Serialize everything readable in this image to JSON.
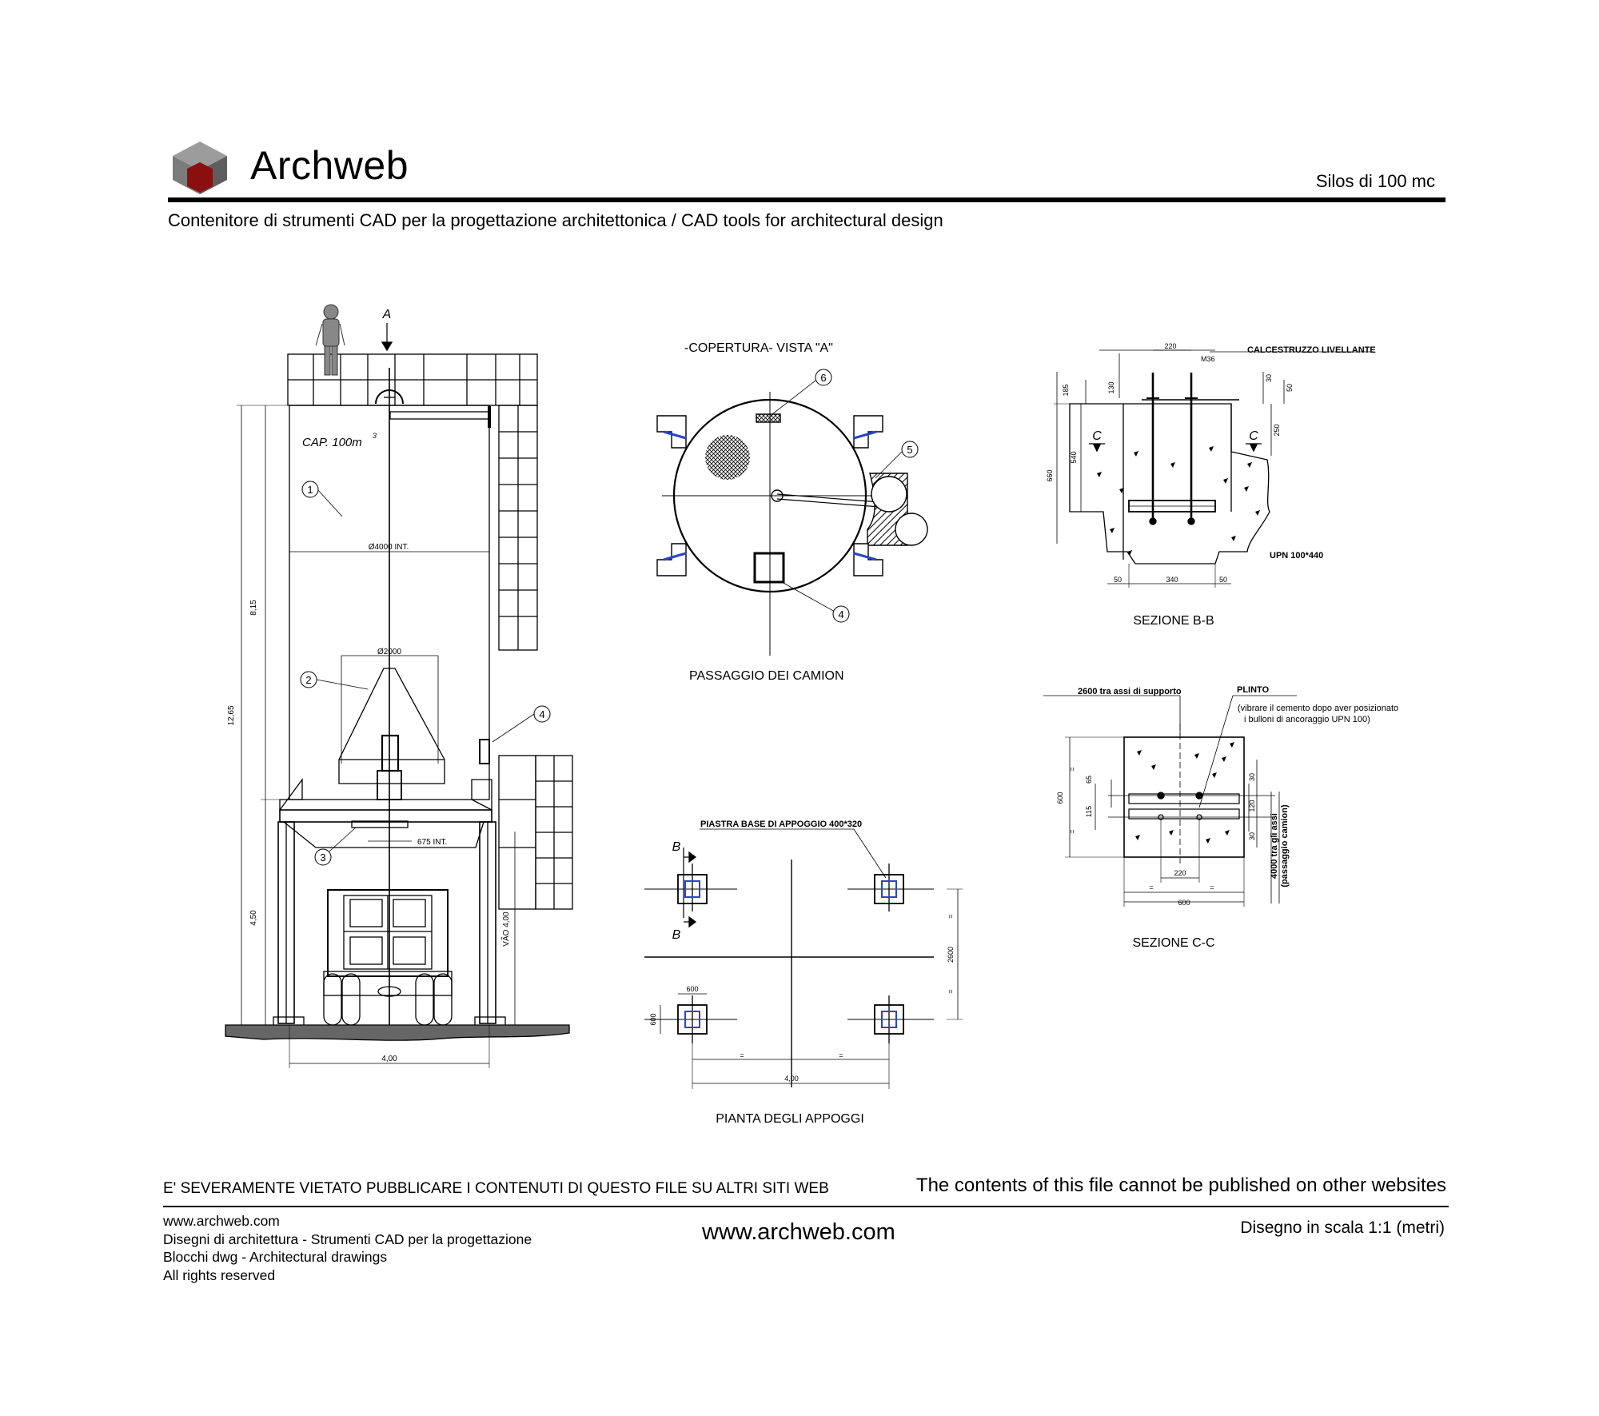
{
  "brand": {
    "name": "Archweb"
  },
  "header": {
    "title": "Silos di 100 mc",
    "tagline": "Contenitore di strumenti CAD per la progettazione architettonica  /  CAD tools for architectural design"
  },
  "drawings": {
    "elevation": {
      "section_mark": "A",
      "capacity": "CAP. 100m",
      "capacity_exp": "3",
      "dia_tank": "Ø4000 INT.",
      "dia_cone": "Ø2000",
      "dia_outlet": "675 INT.",
      "dim_upper": "8,15",
      "dim_total": "12,65",
      "dim_lower": "4,50",
      "dim_clear": "VÃO 4,00",
      "dim_width": "4,00",
      "callouts": [
        "1",
        "2",
        "3",
        "4"
      ]
    },
    "roof": {
      "title": "-COPERTURA- VISTA \"A\"",
      "caption": "PASSAGGIO DEI CAMION",
      "callouts": [
        "6",
        "5",
        "4"
      ]
    },
    "section_bb": {
      "caption": "SEZIONE B-B",
      "note": "CALCESTRUZZO LIVELLANTE",
      "bolt": "M36",
      "profile": "UPN 100*440",
      "cut_marks": [
        "C",
        "C"
      ],
      "dims": [
        "220",
        "185",
        "130",
        "30",
        "50",
        "540",
        "660",
        "250",
        "50",
        "340",
        "50"
      ]
    },
    "section_cc": {
      "caption": "SEZIONE C-C",
      "axes_note": "2600 tra assi di supporto",
      "plinth": "PLINTO",
      "plinth_note_1": "(vibrare il cemento dopo aver posizionato",
      "plinth_note_2": "i bulloni di ancoraggio UPN 100)",
      "axes_vertical_1": "4000 tra gli assi",
      "axes_vertical_2": "(passaggio camion)",
      "dims": [
        "600",
        "65",
        "115",
        "=",
        "=",
        "30",
        "120",
        "30",
        "220",
        "=",
        "=",
        "600"
      ]
    },
    "supports": {
      "caption": "PIANTA DEGLI APPOGGI",
      "plate_note": "PIASTRA BASE DI APPOGGIO 400*320",
      "cut_marks": [
        "B",
        "B"
      ],
      "dims": [
        "600",
        "600",
        "2600",
        "=",
        "=",
        "=",
        "=",
        "4,00"
      ]
    }
  },
  "footer": {
    "warning_it": "E' SEVERAMENTE VIETATO PUBBLICARE I CONTENUTI DI QUESTO FILE SU ALTRI SITI WEB",
    "warning_en": "The contents of this file cannot be published on other websites",
    "lines": [
      "www.archweb.com",
      "Disegni di architettura - Strumenti CAD  per la progettazione",
      "Blocchi dwg - Architectural drawings",
      "All rights reserved"
    ],
    "url": "www.archweb.com",
    "scale": "Disegno in scala 1:1 (metri)"
  },
  "colors": {
    "logo_top": "#9c9c9c",
    "logo_left": "#7b7b7b",
    "logo_right": "#5e5e5e",
    "logo_core": "#8a1010",
    "plate_blue": "#2a46c8"
  }
}
